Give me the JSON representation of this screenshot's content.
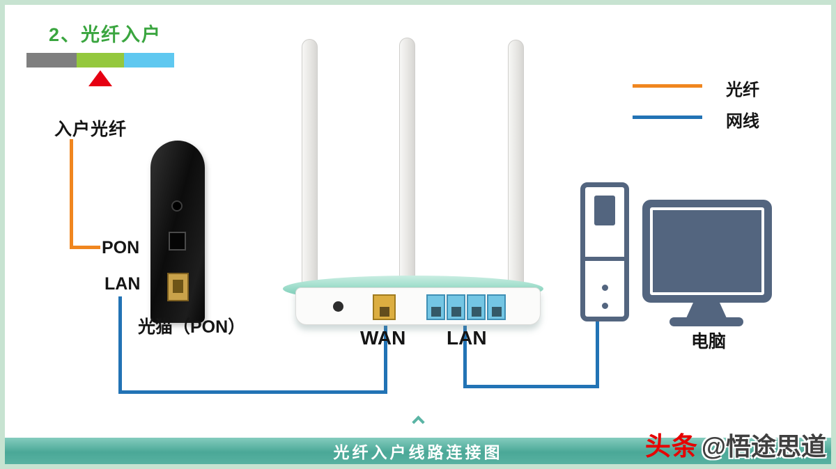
{
  "header": {
    "step_title": "2、光纤入户"
  },
  "progress": {
    "segment_colors": [
      "#7f7f7f",
      "#94c83d",
      "#5fc8f0"
    ],
    "indicator_color": "#e60012"
  },
  "annotations": {
    "incoming_fiber": "入户光纤"
  },
  "devices": {
    "modem": {
      "name": "光猫（PON）",
      "pon_port_label": "PON",
      "lan_port_label": "LAN"
    },
    "router": {
      "wan_label": "WAN",
      "lan_label": "LAN"
    },
    "computer": {
      "label": "电脑"
    }
  },
  "legend": {
    "items": [
      {
        "label": "光纤",
        "color": "#f0861f"
      },
      {
        "label": "网线",
        "color": "#2273b5"
      }
    ]
  },
  "connections": [
    {
      "from": "incoming-fiber",
      "to": "modem-pon-port",
      "type": "fiber",
      "color": "#f0861f"
    },
    {
      "from": "modem-lan-port",
      "to": "router-wan-port",
      "type": "ethernet",
      "color": "#2273b5"
    },
    {
      "from": "router-lan-port",
      "to": "computer",
      "type": "ethernet",
      "color": "#2273b5"
    }
  ],
  "footer": {
    "banner_title": "光纤入户线路连接图"
  },
  "watermark": {
    "brand": "头条",
    "handle": "@悟途思道"
  }
}
